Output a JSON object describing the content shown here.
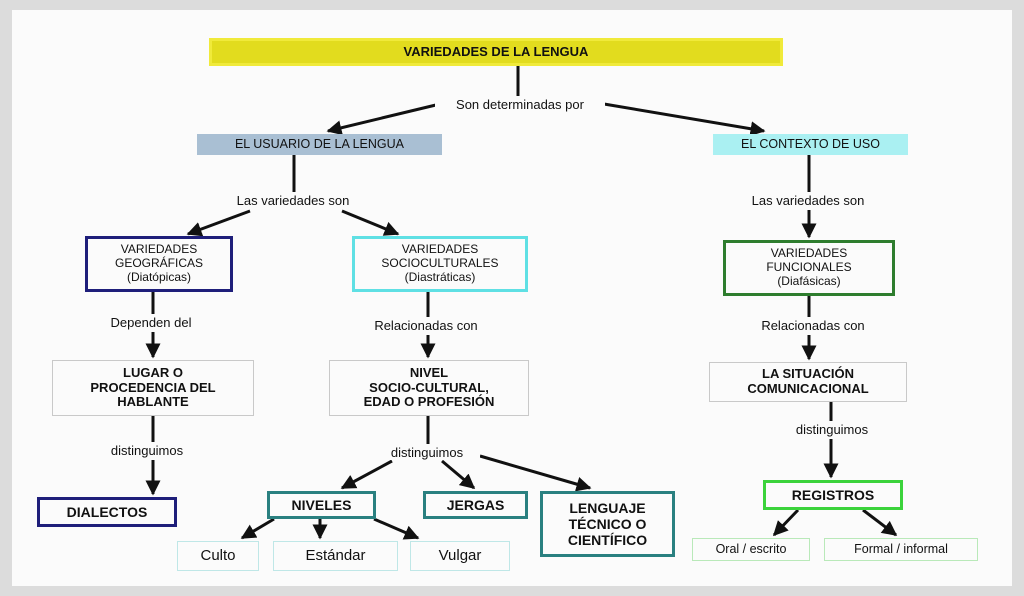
{
  "title": "VARIEDADES DE LA LENGUA",
  "labels": {
    "determinadas": "Son determinadas por",
    "variedades_son": "Las variedades son",
    "dependen": "Dependen del",
    "relacionadas": "Relacionadas con",
    "distinguimos": "distinguimos"
  },
  "nodes": {
    "usuario": "EL USUARIO DE LA LENGUA",
    "contexto": "EL CONTEXTO DE USO",
    "geograficas": "VARIEDADES\nGEOGRÁFICAS\n(Diatópicas)",
    "socioculturales": "VARIEDADES\nSOCIOCULTURALES\n(Diastráticas)",
    "funcionales": "VARIEDADES\nFUNCIONALES\n(Diafásicas)",
    "lugar": "LUGAR O\nPROCEDENCIA DEL\nHABLANTE",
    "nivel": "NIVEL\nSOCIO-CULTURAL,\nEDAD O PROFESIÓN",
    "situacion": "LA SITUACIÓN\nCOMUNICACIONAL",
    "dialectos": "DIALECTOS",
    "niveles": "NIVELES",
    "jergas": "JERGAS",
    "tecnico": "LENGUAJE\nTÉCNICO O\nCIENTÍFICO",
    "registros": "REGISTROS",
    "culto": "Culto",
    "estandar": "Estándar",
    "vulgar": "Vulgar",
    "oral": "Oral / escrito",
    "formal": "Formal / informal"
  },
  "colors": {
    "title_fill": "#e2dc1e",
    "usuario_fill": "#a9bfd3",
    "contexto_fill": "#aaf0f2",
    "geo_border": "#1e1e7a",
    "socio_border": "#5fe0e4",
    "func_border": "#2e7d2e",
    "teal_border": "#2a8080",
    "registros_border": "#3bd33b",
    "arrow": "#111111"
  }
}
